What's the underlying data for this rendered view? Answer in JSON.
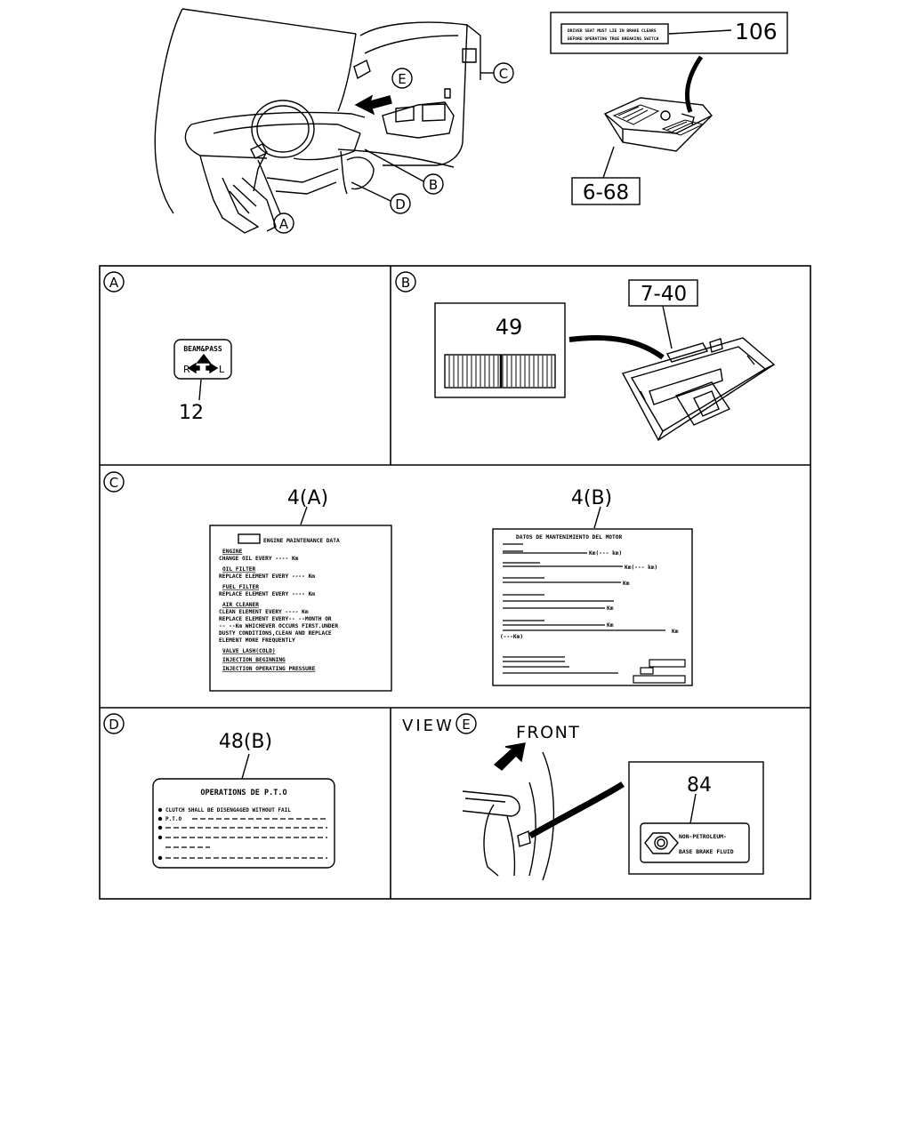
{
  "overview": {
    "callouts": {
      "a": "A",
      "b": "B",
      "c": "C",
      "d": "D",
      "e": "E"
    },
    "label_106": "106",
    "label_6_68": "6-68",
    "label_106_text_1": "DRIVER SEAT MUST LIE IN BRAKE CLEARS",
    "label_106_text_2": "BEFORE OPERATING TRUE BREAKING SWITCH"
  },
  "panel_a": {
    "letter": "A",
    "part_number": "12",
    "sticker_top": "BEAM&PASS",
    "sticker_right_letter": "R",
    "sticker_left_letter": "L"
  },
  "panel_b": {
    "letter": "B",
    "part_number_49": "49",
    "part_number_7_40": "7-40"
  },
  "panel_c": {
    "letter": "C",
    "label_4a": "4(A)",
    "label_4b": "4(B)",
    "card_a": {
      "title": "ENGINE MAINTENANCE DATA",
      "lines": [
        "ENGINE",
        "CHANGE OIL EVERY ---- Km",
        "OIL FILTER",
        "REPLACE ELEMENT EVERY ---- Km",
        "FUEL FILTER",
        "REPLACE ELEMENT EVERY ---- Km",
        "AIR CLEANER",
        "CLEAN ELEMENT EVERY ---- Km",
        "REPLACE ELEMENT EVERY-- --MONTH OR",
        "-- --Km WHICHEVER OCCURS FIRST.UNDER",
        "DUSTY CONDITIONS,CLEAN AND REPLACE",
        "ELEMENT MORE FREQUENTLY",
        "VALVE LASH(COLD)",
        "INJECTION BEGINNING",
        "INJECTION OPERATING PRESSURE"
      ]
    },
    "card_b": {
      "title": "DATOS DE MANTENIMIENTO DEL MOTOR",
      "units": [
        "Km(--- km)",
        "Km(--- km)",
        "Km",
        "Km",
        "Km",
        "Km",
        "(---Km)"
      ]
    }
  },
  "panel_d": {
    "letter": "D",
    "label": "48(B)",
    "card_title": "OPERATIONS DE P.T.O",
    "lines": [
      "CLUTCH SHALL BE DISENGAGED WITHOUT FAIL",
      "P.T.O"
    ]
  },
  "panel_e": {
    "view_word": "VIEW",
    "letter": "E",
    "front": "FRONT",
    "part_number": "84",
    "sticker_line_1": "NON-PETROLEUM-",
    "sticker_line_2": "BASE BRAKE FLUID"
  }
}
